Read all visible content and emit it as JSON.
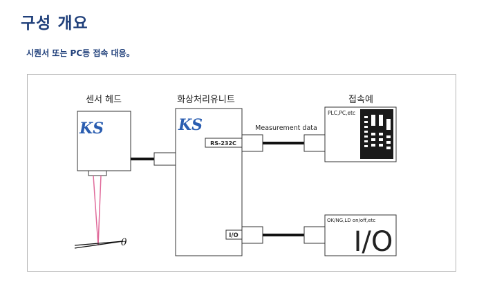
{
  "header": {
    "title": "구성 개요",
    "subtitle": "시퀀서 또는 PC등 접속 대응。"
  },
  "diagram": {
    "sensor_head_label": "센서 헤드",
    "processing_unit_label": "화상처리유니트",
    "connection_example_label": "접속예",
    "rs232c_port_label": "RS-232C",
    "io_port_label": "I/O",
    "measurement_data_label": "Measurement data",
    "plc_label": "PLC,PC,etc",
    "io_device_label": "OK/NG,LD on/off,etc",
    "io_big_label": "I/O",
    "theta_label": "θ",
    "logo_text": "KS"
  },
  "colors": {
    "title": "#1f3f7a",
    "logo": "#2a5db0",
    "laser": "#e06a9a",
    "cable": "#111111"
  }
}
